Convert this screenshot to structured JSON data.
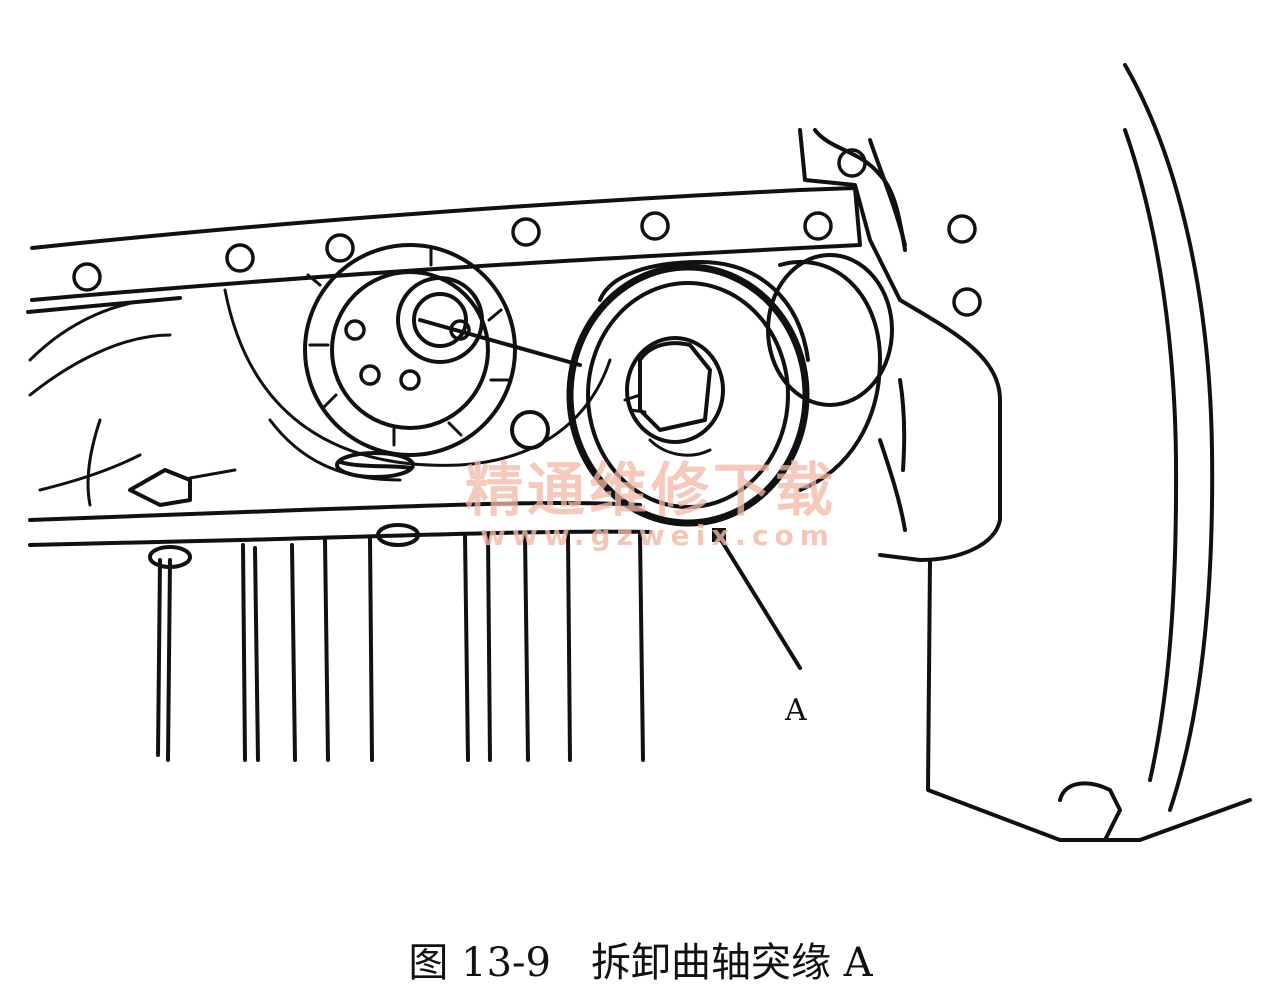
{
  "figure": {
    "caption": "图 13-9　拆卸曲轴突缘 A",
    "callout_label": "A"
  },
  "watermark": {
    "title": "精通维修下载",
    "url": "www.gzweix.com",
    "color": "#f2b9a6"
  },
  "colors": {
    "line": "#111111",
    "background": "#ffffff"
  }
}
